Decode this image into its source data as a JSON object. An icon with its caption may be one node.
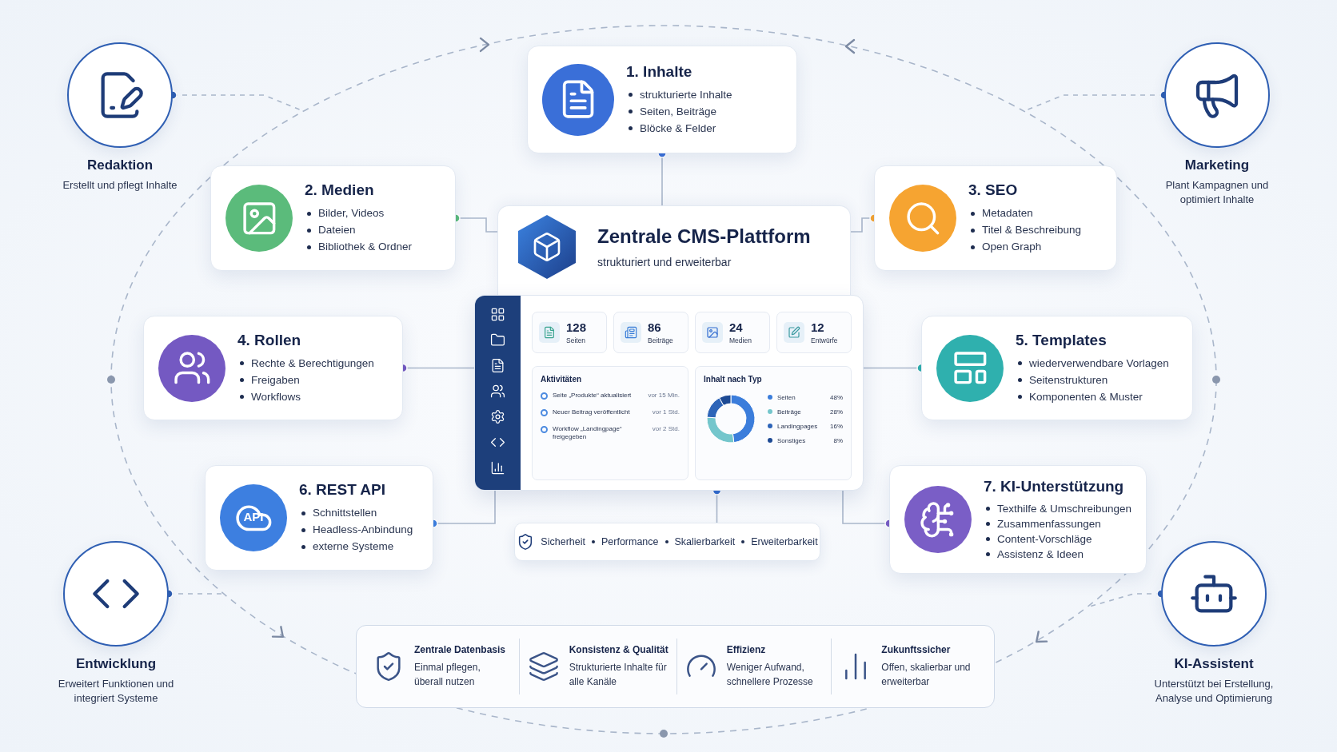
{
  "diagram": {
    "nodes": [
      {
        "text": [
          "Redaktion",
          "Erstellt und pflegt Inhalte"
        ]
      },
      {
        "text": [
          "Marketing",
          "Plant Kampagnen und optimiert Inhalte"
        ]
      },
      {
        "text": [
          "Entwicklung",
          "Erweitert Funktionen und integriert Systeme"
        ]
      },
      {
        "text": [
          "KI-Assistent",
          "Unterstützt bei Erstellung, Analyse und Optimierung"
        ]
      },
      {
        "text": [
          "1. Inhalte",
          "strukturierte Inhalte",
          "Seiten, Beiträge",
          "Blöcke & Felder"
        ]
      },
      {
        "text": [
          "2. Medien",
          "Bilder, Videos",
          "Dateien",
          "Bibliothek & Ordner"
        ]
      },
      {
        "text": [
          "3. SEO",
          "Metadaten",
          "Titel & Beschreibung",
          "Open Graph"
        ]
      },
      {
        "text": [
          "4. Rollen",
          "Rechte & Berechtigungen",
          "Freigaben",
          "Workflows"
        ]
      },
      {
        "text": [
          "5. Templates",
          "wiederverwendbare Vorlagen",
          "Seitenstrukturen",
          "Komponenten & Muster"
        ]
      },
      {
        "text": [
          "API",
          "6. REST API",
          "Schnittstellen",
          "Headless-Anbindung",
          "externe Systeme"
        ]
      },
      {
        "text": [
          "7. KI-Unterstützung",
          "Texthilfe & Umschreibungen",
          "Zusammenfassungen",
          "Content-Vorschläge",
          "Assistenz & Ideen"
        ]
      },
      {
        "text": [
          "Zentrale CMS-Plattform",
          "strukturiert und erweiterbar"
        ]
      },
      {
        "text": [],
        "shape": "box"
      },
      {
        "text": [
          "128",
          "Seiten"
        ],
        "in": 12
      },
      {
        "text": [
          "86",
          "Beiträge"
        ],
        "in": 12
      },
      {
        "text": [
          "24",
          "Medien"
        ],
        "in": 12
      },
      {
        "text": [
          "12",
          "Entwürfe"
        ],
        "in": 12
      },
      {
        "text": [
          "Aktivitäten",
          "Seite „Produkte“ aktualisiert",
          "vor 15 Min.",
          "Neuer Beitrag veröffentlicht",
          "vor 1 Std.",
          "Workflow „Landingpage“ freigegeben",
          "vor 2 Std."
        ],
        "in": 12
      },
      {
        "text": [
          "Inhalt nach Typ"
        ],
        "in": 12
      },
      {
        "text": [
          "Sicherheit",
          "Performance",
          "Skalierbarkeit",
          "Erweiterbarkeit"
        ]
      },
      {
        "text": [],
        "shape": "box"
      },
      {
        "text": [
          "Zentrale Datenbasis",
          "Einmal pflegen, überall nutzen"
        ],
        "in": 20
      },
      {
        "text": [
          "Konsistenz & Qualität",
          "Strukturierte Inhalte für alle Kanäle"
        ],
        "in": 20
      },
      {
        "text": [
          "Effizienz",
          "Weniger Aufwand, schnellere Prozesse"
        ],
        "in": 20
      },
      {
        "text": [
          "Zukunftssicher",
          "Offen, skalierbar und erweiterbar"
        ],
        "in": 20
      }
    ],
    "edges": [
      {
        "from": 0,
        "to": null,
        "arrow": "other",
        "style": "dashed"
      },
      {
        "from": 1,
        "to": null,
        "arrow": "other",
        "style": "dashed"
      },
      {
        "from": 2,
        "to": null,
        "arrow": "other",
        "style": "dashed"
      },
      {
        "from": 3,
        "to": null,
        "arrow": "other",
        "style": "dashed"
      },
      {
        "from": 4,
        "to": 11,
        "arrow": "other"
      },
      {
        "from": 5,
        "to": 11,
        "arrow": "other"
      },
      {
        "from": 6,
        "to": 11,
        "arrow": "other"
      },
      {
        "from": 7,
        "to": 12,
        "arrow": "other"
      },
      {
        "from": 8,
        "to": 12,
        "arrow": "other"
      },
      {
        "from": 9,
        "to": 12,
        "arrow": "other"
      },
      {
        "from": 10,
        "to": 12,
        "arrow": "other"
      },
      {
        "from": 12,
        "to": 19,
        "arrow": "other"
      }
    ],
    "chart_data": {
      "type": "donut",
      "legend": true,
      "categories": [
        "Seiten",
        "Beiträge",
        "Landingpages",
        "Sonstiges"
      ],
      "values": [
        48,
        28,
        16,
        8
      ],
      "value_labels": [
        "48%",
        "28%",
        "16%",
        "8%"
      ]
    }
  }
}
